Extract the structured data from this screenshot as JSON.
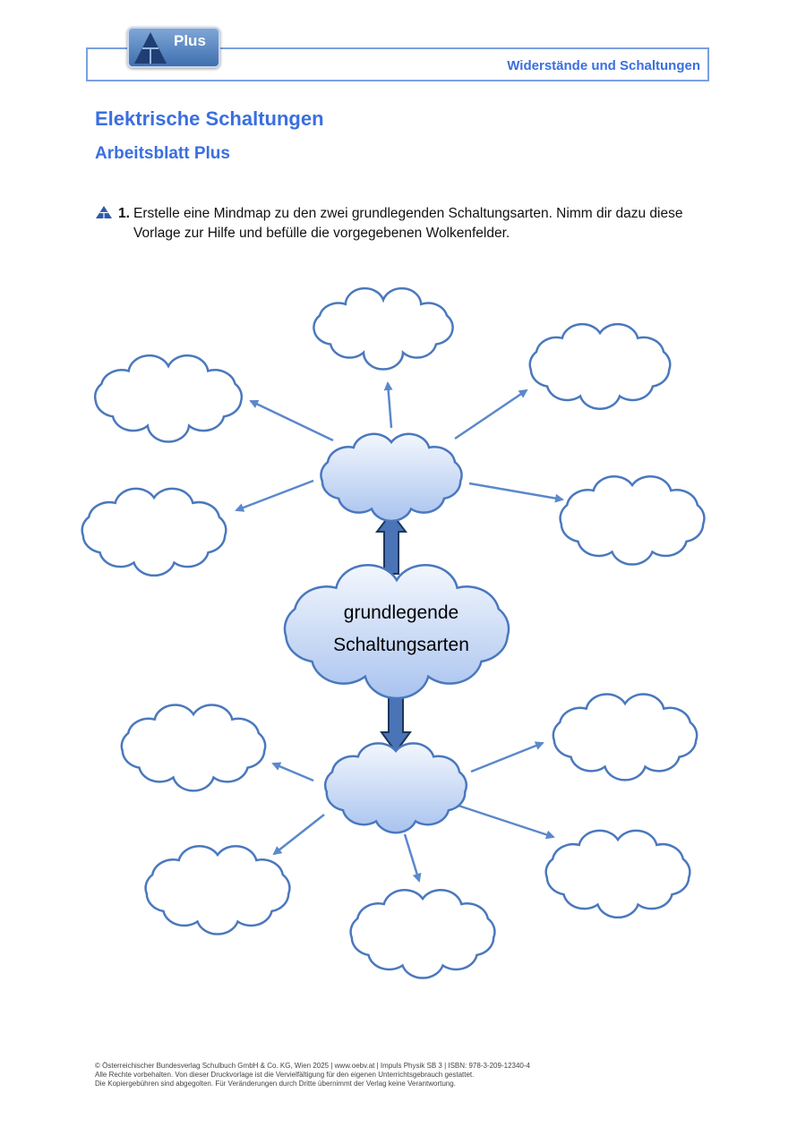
{
  "header": {
    "logo_text": "Plus",
    "topic": "Widerstände und Schaltungen"
  },
  "title": "Elektrische Schaltungen",
  "subtitle": "Arbeitsblatt Plus",
  "task": {
    "number": "1.",
    "text": "Erstelle eine Mindmap zu den zwei grundlegenden Schaltungsarten. Nimm dir dazu diese Vorlage zur Hilfe und befülle die vorgegebenen Wolkenfelder."
  },
  "mindmap": {
    "center_label_line1": "grundlegende",
    "center_label_line2": "Schaltungsarten",
    "colors": {
      "outline": "#4a78bd",
      "fill_top": "#f3f7fd",
      "fill_bottom": "#a9c3ef",
      "arrow": "#5b88cc",
      "big_arrow_fill": "#4a74b6",
      "big_arrow_stroke": "#1e355c"
    }
  },
  "footer": {
    "line1": "© Österreichischer Bundesverlag Schulbuch GmbH & Co. KG, Wien 2025 | www.oebv.at | Impuls Physik SB 3 | ISBN: 978-3-209-12340-4",
    "line2": "Alle Rechte vorbehalten. Von dieser Druckvorlage ist die Vervielfältigung für den eigenen Unterrichtsgebrauch gestattet.",
    "line3": "Die Kopiergebühren sind abgegolten. Für Veränderungen durch Dritte übernimmt der Verlag keine Verantwortung."
  }
}
